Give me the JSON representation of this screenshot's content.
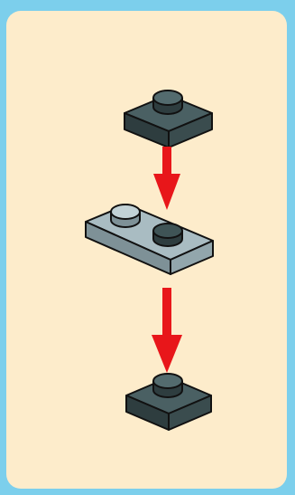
{
  "illustration": {
    "description_items": [
      {
        "name": "brick-1x1-dark-top",
        "color": "#3f5456"
      },
      {
        "name": "plate-1x2-light",
        "color": "#9aadb3"
      },
      {
        "name": "brick-1x1-dark-bottom",
        "color": "#3f5456"
      }
    ],
    "colors": {
      "background_frame": "#7ccfec",
      "panel": "#fdeccb",
      "arrow": "#e8161a",
      "outline": "#111111"
    }
  }
}
